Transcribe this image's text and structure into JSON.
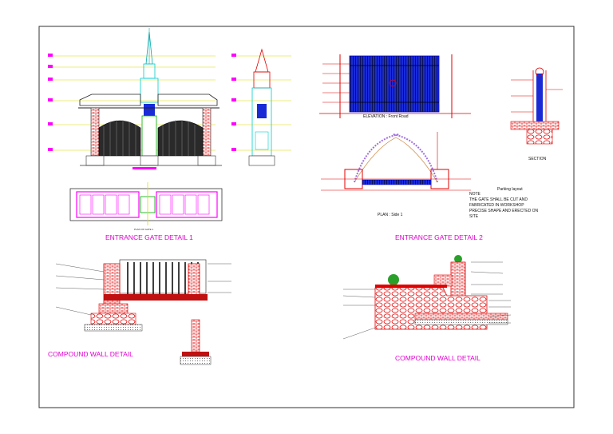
{
  "titles": {
    "gate1": "ENTRANCE GATE DETAIL 1",
    "gate2": "ENTRANCE GATE DETAIL 2",
    "wall1": "COMPOUND WALL DETAIL",
    "wall2": "COMPOUND WALL DETAIL"
  },
  "labels": {
    "elevation": "ELEVATION : Front Road",
    "section": "SECTION",
    "plan": "PLAN : Side 1",
    "parking": "Parking layout",
    "note_title": "NOTE",
    "note_1": "THE GATE SHALL BE CUT AND",
    "note_2": "FABRICATED IN WORKSHOP",
    "note_3": "PRECISE SHAPE AND ERECTED ON",
    "note_4": "SITE",
    "plan_gate1": "PLAN OF GATE 1"
  },
  "colors": {
    "border": "#333333",
    "title": "#e000d0",
    "red": "#e00000",
    "blue": "#0000dd",
    "magenta": "#ff00ff",
    "cyan": "#00cccc",
    "yellow": "#dddd00"
  }
}
